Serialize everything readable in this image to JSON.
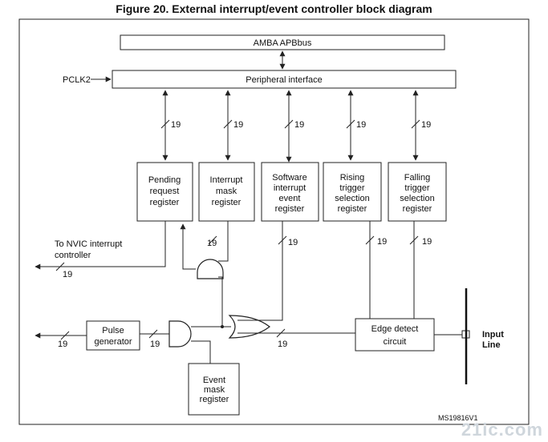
{
  "title": "Figure 20. External interrupt/event controller block diagram",
  "bus": "AMBA APBbus",
  "pclk": "PCLK2",
  "peripheral": "Peripheral interface",
  "bus_width": "19",
  "registers": [
    [
      "Pending",
      "request",
      "register"
    ],
    [
      "Interrupt",
      "mask",
      "register"
    ],
    [
      "Software",
      "interrupt",
      "event",
      "register"
    ],
    [
      "Rising",
      "trigger",
      "selection",
      "register"
    ],
    [
      "Falling",
      "trigger",
      "selection",
      "register"
    ]
  ],
  "nvic": [
    "To NVIC interrupt",
    "controller"
  ],
  "pulse": [
    "Pulse",
    "generator"
  ],
  "edge": [
    "Edge detect",
    "circuit"
  ],
  "event_mask": [
    "Event",
    "mask",
    "register"
  ],
  "input_line": [
    "Input",
    "Line"
  ],
  "ref": "MS19816V1",
  "watermark": "21ic.com"
}
